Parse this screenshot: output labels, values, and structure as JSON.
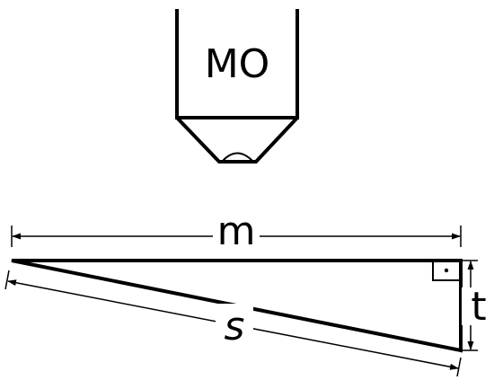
{
  "objective": {
    "label": "MO"
  },
  "dimensions": {
    "length_label": "m",
    "thickness_label": "t",
    "slant_label": "s"
  },
  "colors": {
    "stroke": "#000000",
    "background": "#ffffff"
  }
}
